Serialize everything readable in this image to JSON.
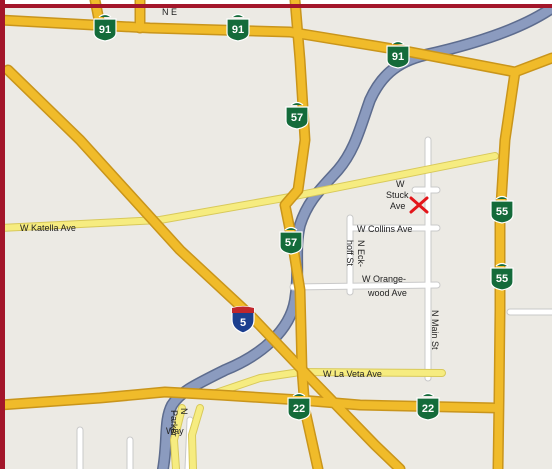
{
  "colors": {
    "land": "#eceae4",
    "frame": "#a3162a",
    "freeway": "#f0bb2a",
    "freeway_outline": "#c9951b",
    "arterial": "#f6ec80",
    "arterial_outline": "#d8c95a",
    "local": "#ffffff",
    "local_outline": "#c9c9c9",
    "river": "#8b9bbf",
    "river_outline": "#5d6c8e",
    "shield_green": "#146b3a",
    "i5_blue": "#1c3f8f",
    "i5_red": "#c0262c",
    "marker": "#e3161b"
  },
  "shields": [
    {
      "id": "sr91-a",
      "number": "91"
    },
    {
      "id": "sr91-b",
      "number": "91"
    },
    {
      "id": "sr91-c",
      "number": "91"
    },
    {
      "id": "sr57-a",
      "number": "57"
    },
    {
      "id": "sr57-b",
      "number": "57"
    },
    {
      "id": "sr55-a",
      "number": "55"
    },
    {
      "id": "sr55-b",
      "number": "55"
    },
    {
      "id": "sr22-a",
      "number": "22"
    },
    {
      "id": "sr22-b",
      "number": "22"
    }
  ],
  "interstate": {
    "number": "5"
  },
  "street_labels": {
    "katella": "W Katella Ave",
    "stuck_1": "W",
    "stuck_2": "Stuck",
    "stuck_3": "Ave",
    "collins": "W Collins Ave",
    "eckhoff_1": "N Eck-",
    "eckhoff_2": "hoff St",
    "orangewood_1": "W Orange-",
    "orangewood_2": "wood Ave",
    "main": "N Main St",
    "la_veta": "W La Veta Ave",
    "top_partial": "N E",
    "parker_1": "N",
    "parker_2": "Parker",
    "parker_3": "Way"
  },
  "marker": {
    "icon": "location-x-icon"
  }
}
